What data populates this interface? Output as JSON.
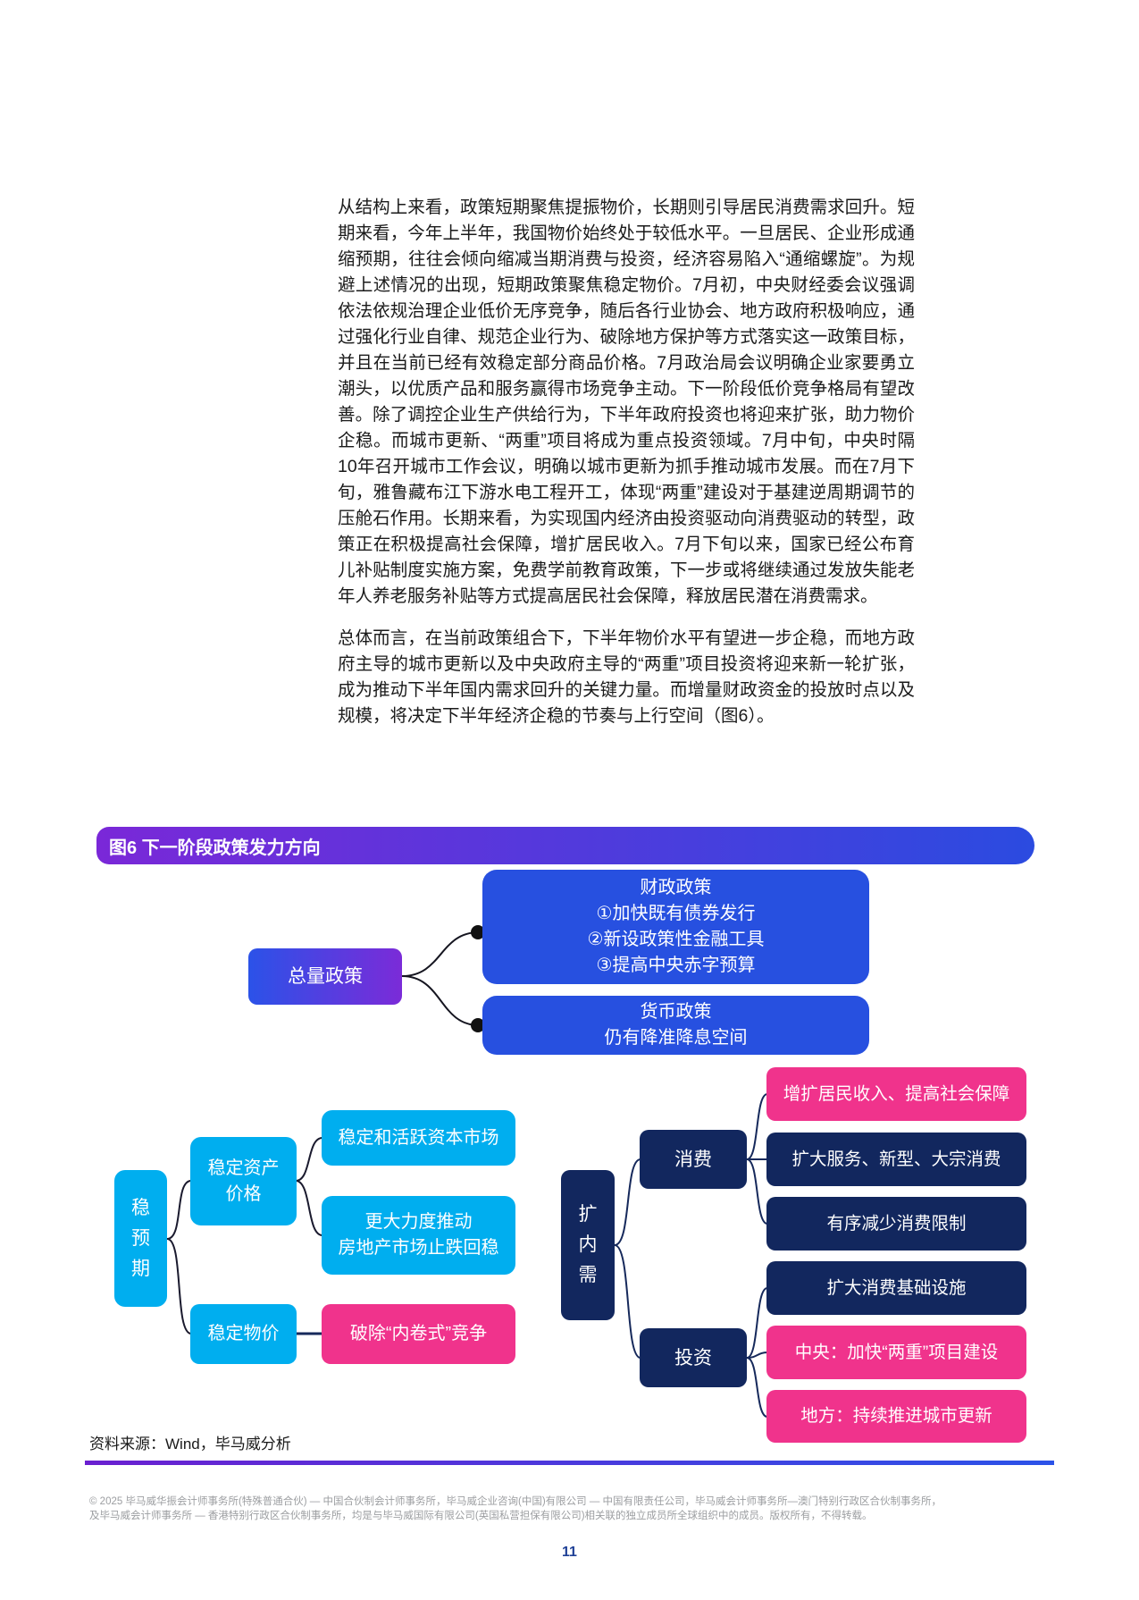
{
  "page": {
    "paragraphs": [
      "从结构上来看，政策短期聚焦提振物价，长期则引导居民消费需求回升。短期来看，今年上半年，我国物价始终处于较低水平。一旦居民、企业形成通缩预期，往往会倾向缩减当期消费与投资，经济容易陷入“通缩螺旋”。为规避上述情况的出现，短期政策聚焦稳定物价。7月初，中央财经委会议强调依法依规治理企业低价无序竞争，随后各行业协会、地方政府积极响应，通过强化行业自律、规范企业行为、破除地方保护等方式落实这一政策目标，并且在当前已经有效稳定部分商品价格。7月政治局会议明确企业家要勇立潮头，以优质产品和服务赢得市场竞争主动。下一阶段低价竞争格局有望改善。除了调控企业生产供给行为，下半年政府投资也将迎来扩张，助力物价企稳。而城市更新、“两重”项目将成为重点投资领域。7月中旬，中央时隔10年召开城市工作会议，明确以城市更新为抓手推动城市发展。而在7月下旬，雅鲁藏布江下游水电工程开工，体现“两重”建设对于基建逆周期调节的压舱石作用。长期来看，为实现国内经济由投资驱动向消费驱动的转型，政策正在积极提高社会保障，增扩居民收入。7月下旬以来，国家已经公布育儿补贴制度实施方案，免费学前教育政策，下一步或将继续通过发放失能老年人养老服务补贴等方式提高居民社会保障，释放居民潜在消费需求。",
      "总体而言，在当前政策组合下，下半年物价水平有望进一步企稳，而地方政府主导的城市更新以及中央政府主导的“两重”项目投资将迎来新一轮扩张，成为推动下半年国内需求回升的关键力量。而增量财政资金的投放时点以及规模，将决定下半年经济企稳的节奏与上行空间（图6）。"
    ],
    "figure": {
      "title": "图6 下一阶段政策发力方向",
      "source": "资料来源：Wind，毕马威分析"
    },
    "diagram": {
      "total_policy": "总量政策",
      "fiscal_policy": "财政政策\n①加快既有债券发行\n②新设政策性金融工具\n③提高中央赤字预算",
      "monetary_policy": "货币政策\n仍有降准降息空间",
      "stable_expectation": "稳预期",
      "stable_asset_price": "稳定资产\n价格",
      "stable_goods_price": "稳定物价",
      "capital_market": "稳定和活跃资本市场",
      "real_estate": "更大力度推动\n房地产市场止跌回稳",
      "anti_involution": "破除“内卷式”竞争",
      "expand_domestic_demand": "扩内需",
      "consumption": "消费",
      "investment": "投资",
      "income_security": "增扩居民收入、提高社会保障",
      "expand_services": "扩大服务、新型、大宗消费",
      "reduce_restrictions": "有序减少消费限制",
      "consumption_infra": "扩大消费基础设施",
      "central_projects": "中央：加快“两重”项目建设",
      "local_renewal": "地方：持续推进城市更新"
    },
    "footer": {
      "copyright": "© 2025 毕马威华振会计师事务所(特殊普通合伙) — 中国合伙制会计师事务所，毕马威企业咨询(中国)有限公司 — 中国有限责任公司，毕马威会计师事务所—澳门特别行政区合伙制事务所，\n及毕马威会计师事务所 — 香港特别行政区合伙制事务所，均是与毕马威国际有限公司(英国私营担保有限公司)相关联的独立成员所全球组织中的成员。版权所有，不得转载。",
      "page_number": "11"
    },
    "colors": {
      "banner_gradient_left": "#7a28d8",
      "banner_gradient_right": "#2b4be0",
      "royal_blue": "#2750e0",
      "cyan": "#00aeef",
      "navy": "#12275e",
      "pink": "#f0338c",
      "page_number_blue": "#1f4096"
    }
  }
}
